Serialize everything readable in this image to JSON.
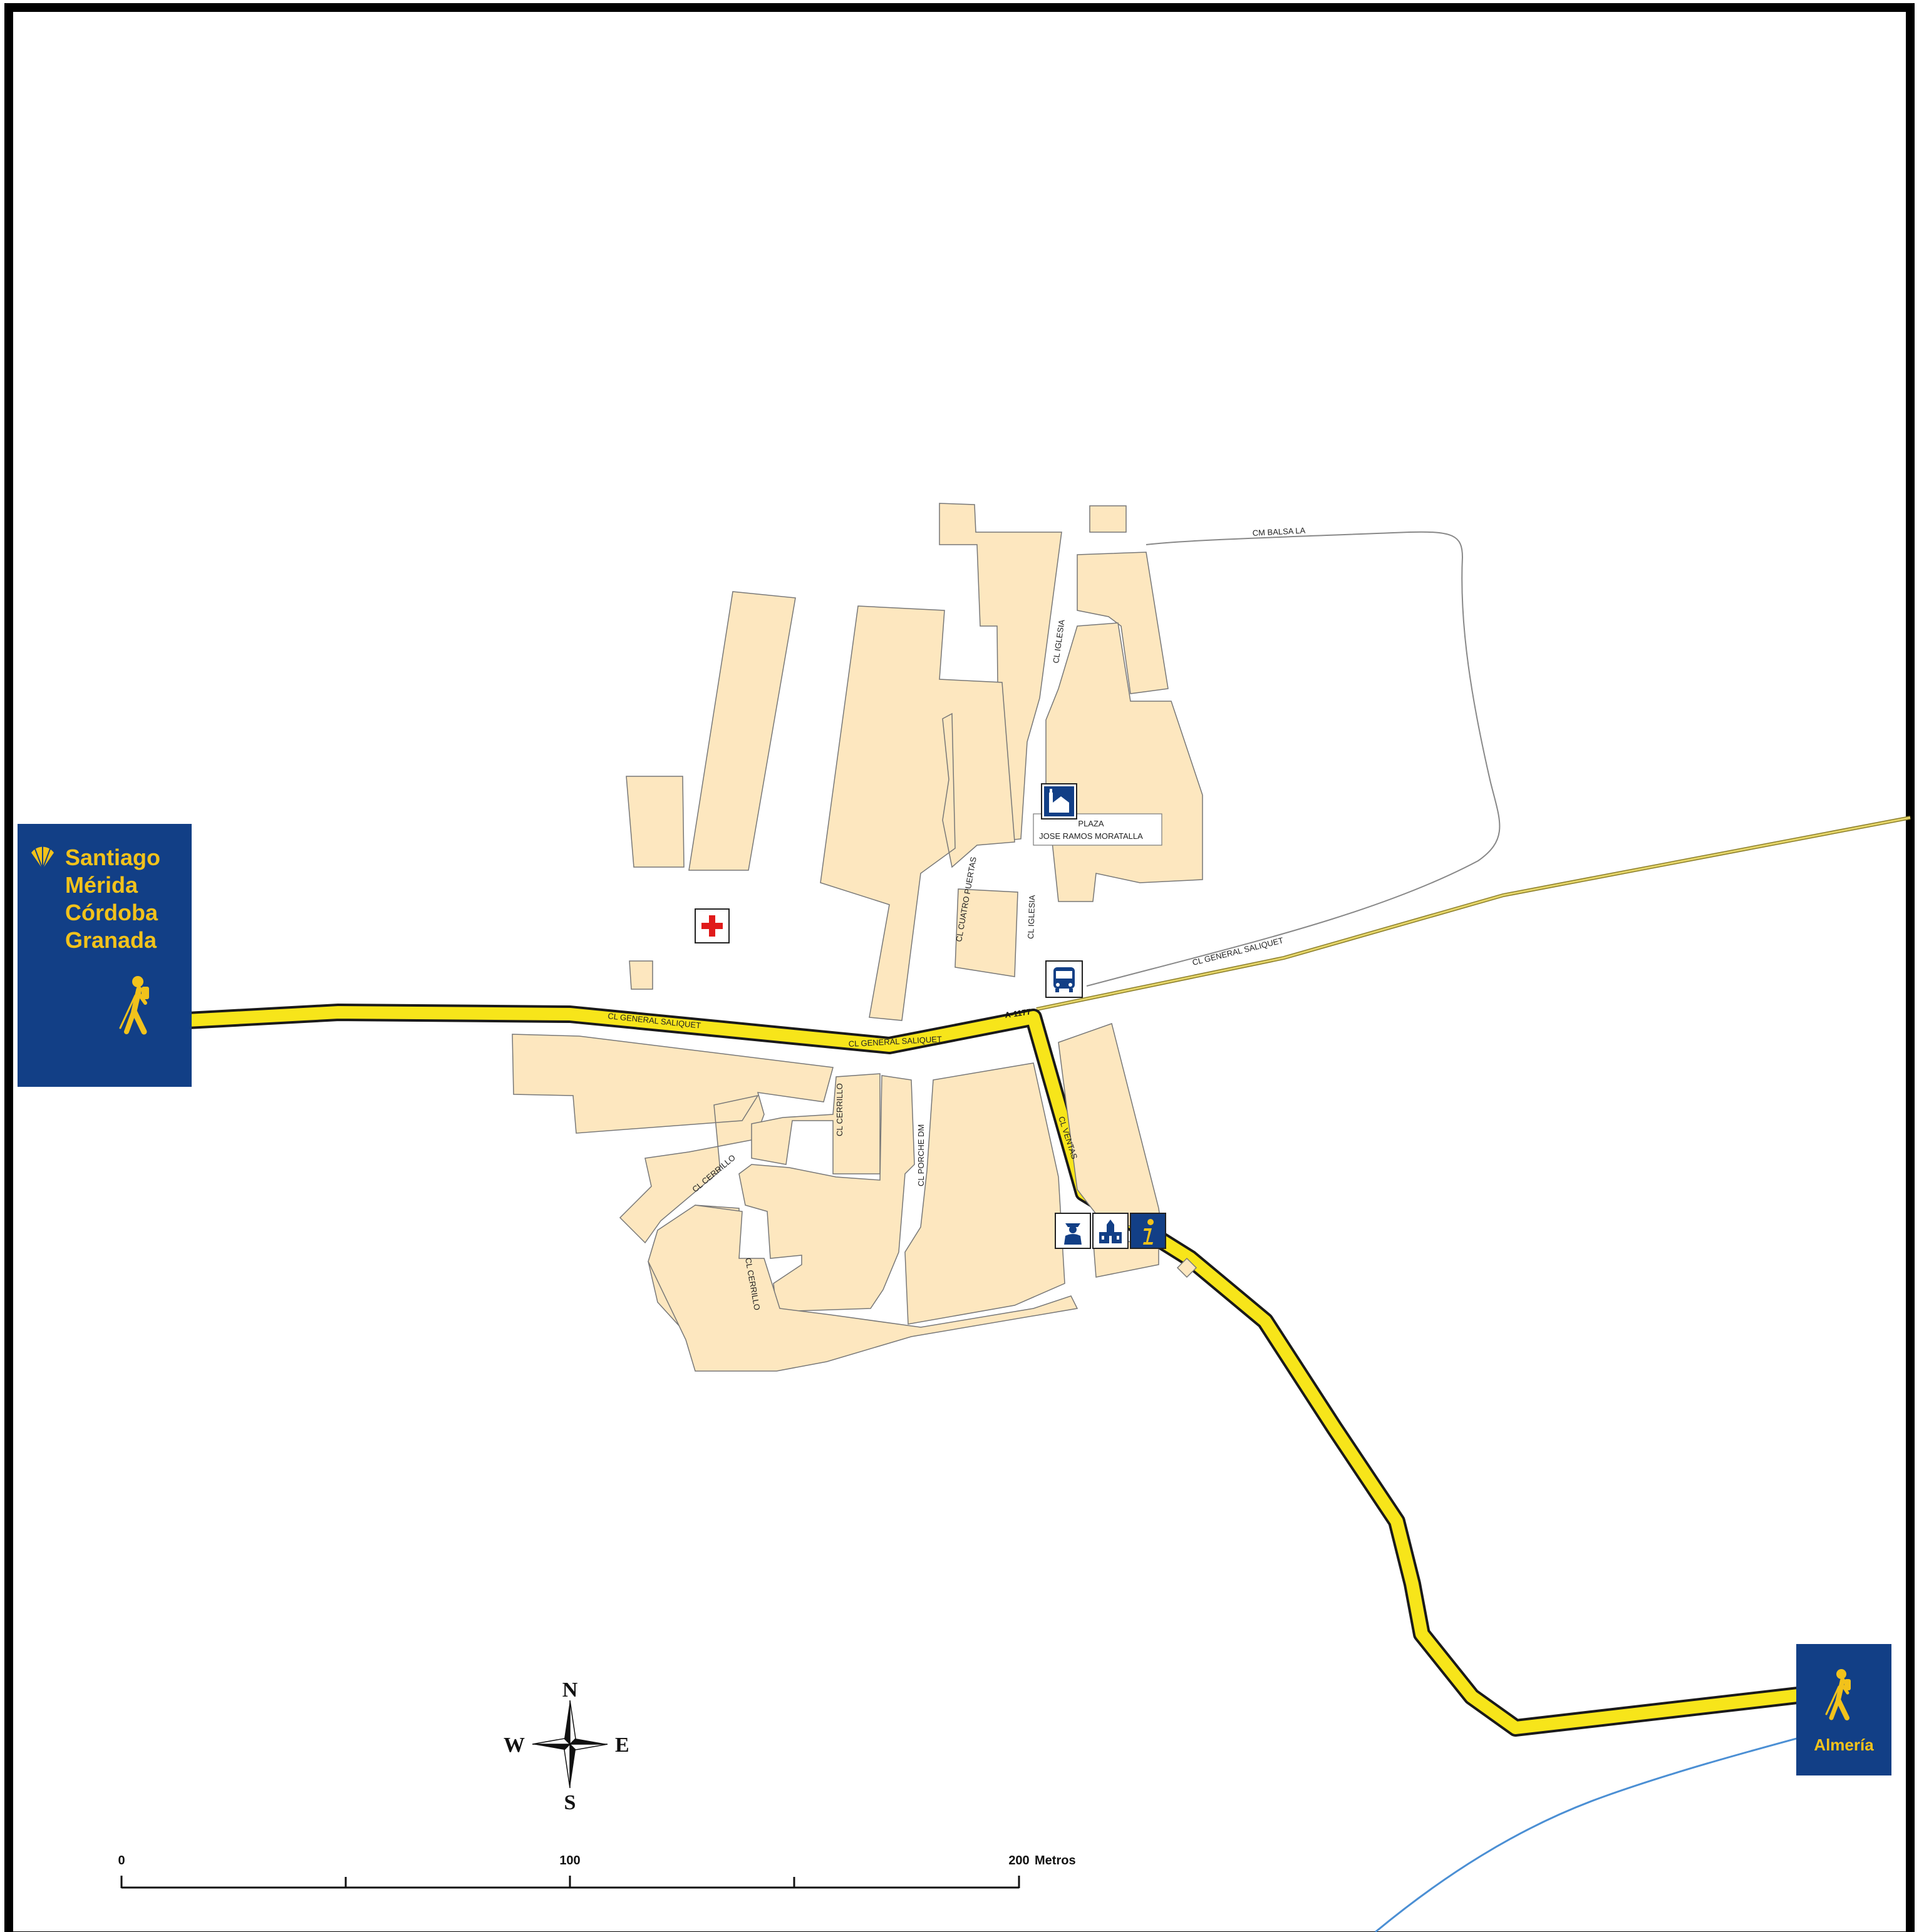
{
  "colors": {
    "building": "#fde7bf",
    "building_stroke": "#777777",
    "route_yellow": "#f7e51a",
    "route_outline": "#1a1a1a",
    "secondary_road": "#b8a640",
    "river": "#4b8fd4",
    "sign_blue": "#123f86",
    "sign_yellow": "#f2c21b",
    "frame": "#000000"
  },
  "signs": {
    "west": {
      "lines": [
        "Santiago",
        "Mérida",
        "Córdoba",
        "Granada"
      ],
      "icons": [
        "scallop-shell-icon",
        "hiker-icon"
      ]
    },
    "east": {
      "lines": [
        "Almería"
      ],
      "icons": [
        "hiker-icon"
      ]
    }
  },
  "streets": {
    "cm_balsa": "CM BALSA LA",
    "iglesia_north": "CL IGLESIA",
    "iglesia_south": "CL IGLESIA",
    "cuatro_puertas": "CL CUATRO PUERTAS",
    "saliquet_east": "CL GENERAL SALIQUET",
    "saliquet_west1": "CL GENERAL SALIQUET",
    "saliquet_west2": "CL GENERAL SALIQUET",
    "road_number": "A-1177",
    "ventas": "CL VENTAS",
    "cerrillo_north": "CL CERRILLO",
    "cerrillo_diag": "CL CERRILLO",
    "cerrillo_south": "CL CERRILLO",
    "porche": "CL PORCHE DM"
  },
  "plaza": {
    "line1": "PLAZA",
    "line2": "JOSE RAMOS MORATALLA"
  },
  "pois": [
    {
      "name": "church-icon"
    },
    {
      "name": "red-cross-icon"
    },
    {
      "name": "bus-stop-icon"
    },
    {
      "name": "police-icon"
    },
    {
      "name": "town-hall-icon"
    },
    {
      "name": "information-icon"
    }
  ],
  "compass": {
    "n": "N",
    "s": "S",
    "e": "E",
    "w": "W"
  },
  "scale": {
    "ticks": [
      "0",
      "100",
      "200"
    ],
    "unit": "Metros"
  }
}
